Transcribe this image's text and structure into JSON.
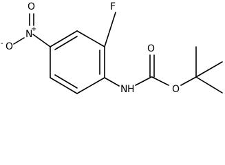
{
  "molecule": {
    "atom_labels": {
      "fluorine": "F",
      "amine_n": "N",
      "amine_h": "H",
      "carbonyl_o": "O",
      "ester_o": "O",
      "nitro_o_top": "O",
      "nitro_o_left": "O",
      "nitro_n": "N"
    },
    "charges": {
      "nitro_o_minus": "-",
      "nitro_n_plus": "+"
    }
  }
}
